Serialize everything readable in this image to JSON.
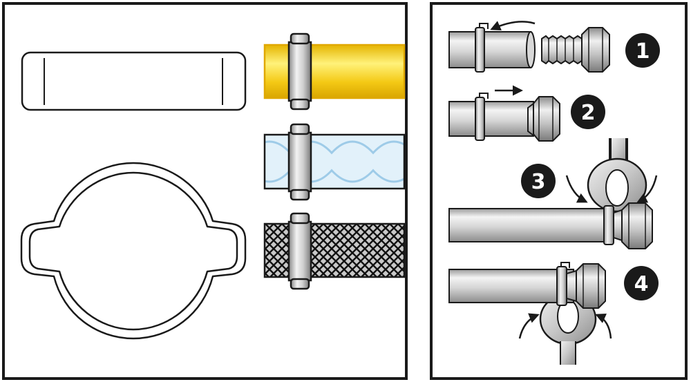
{
  "colors": {
    "panel_border": "#1a1a1a",
    "outline": "#1a1a1a",
    "pipe_light": "#f2f2f2",
    "pipe_mid": "#c8c8c8",
    "pipe_dark": "#9a9a9a",
    "yellow_hose": "#f4c915",
    "yellow_light": "#fff27a",
    "clear_hose": "#dff0fa",
    "clear_braid": "#9cc9e6",
    "badge_fill": "#1a1a1a",
    "badge_text": "#ffffff"
  },
  "left_panel": {
    "clip_flat_icon": "flat-band-clip-icon",
    "clip_ring_icon": "ring-clip-icon",
    "hoses": [
      {
        "kind": "yellow-hose-icon"
      },
      {
        "kind": "clear-braided-hose-icon"
      },
      {
        "kind": "steel-mesh-hose-icon"
      }
    ]
  },
  "right_panel": {
    "steps": [
      {
        "number": "1",
        "icon": "insert-fitting-icon"
      },
      {
        "number": "2",
        "icon": "slide-clip-icon"
      },
      {
        "number": "3",
        "icon": "pinch-tool-icon"
      },
      {
        "number": "4",
        "icon": "crimp-tool-icon"
      }
    ]
  }
}
